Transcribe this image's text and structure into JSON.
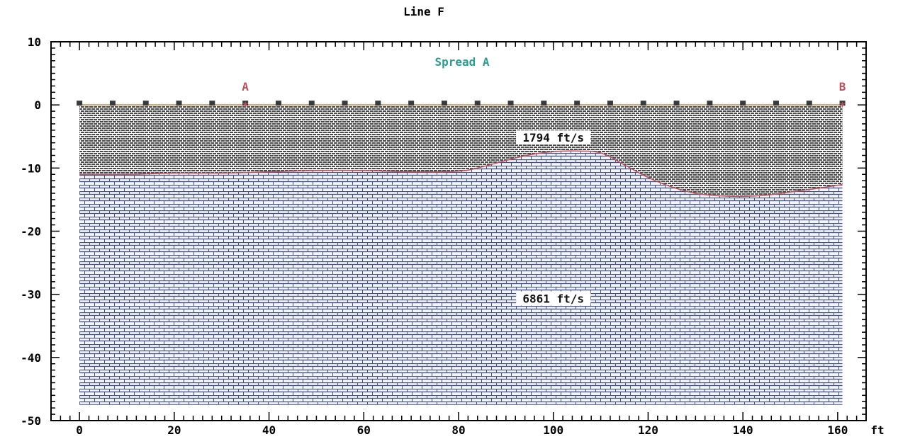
{
  "chart_data": {
    "type": "area",
    "title": "Line F",
    "subtitle": "Spread A",
    "x_unit_label": "ft",
    "xlim": [
      -6,
      166
    ],
    "ylim": [
      -50,
      10
    ],
    "x_ticks": [
      "0",
      "20",
      "40",
      "60",
      "80",
      "100",
      "120",
      "140",
      "160"
    ],
    "y_ticks": [
      "10",
      "0",
      "-10",
      "-20",
      "-30",
      "-40",
      "-50"
    ],
    "layers": [
      {
        "velocity_label": "1794 ft/s",
        "label_position": [
          100,
          -5.5
        ],
        "fill": "#5a5a5a"
      },
      {
        "velocity_label": "6861 ft/s",
        "label_position": [
          100,
          -31
        ],
        "fill": "#4a5c8a"
      }
    ],
    "interface": {
      "x": [
        0,
        10,
        20,
        30,
        40,
        50,
        60,
        70,
        80,
        85,
        90,
        95,
        100,
        105,
        110,
        115,
        120,
        125,
        130,
        135,
        140,
        145,
        150,
        155,
        161
      ],
      "y": [
        -11,
        -11,
        -10.8,
        -10.8,
        -10.6,
        -10.4,
        -10.4,
        -10.6,
        -10.5,
        -9.8,
        -8.8,
        -7.9,
        -7.4,
        -7.3,
        -7.6,
        -9.5,
        -11.5,
        -13.0,
        -14.0,
        -14.4,
        -14.5,
        -14.3,
        -13.8,
        -13.3,
        -12.6
      ]
    },
    "surface_line": {
      "x": [
        0,
        161
      ],
      "y": [
        0,
        0
      ]
    },
    "geophones_x": [
      0,
      7,
      14,
      21,
      28,
      35,
      42,
      49,
      56,
      63,
      70,
      77,
      84,
      91,
      98,
      105,
      112,
      119,
      126,
      133,
      140,
      147,
      154,
      161
    ],
    "shots": [
      {
        "label": "A",
        "x": 35,
        "y": 0
      },
      {
        "label": "B",
        "x": 161,
        "y": 0
      }
    ],
    "colors": {
      "title": "#000000",
      "subtitle": "#2a9d8f",
      "shot": "#c0505a",
      "interface": "#c0505a",
      "geophone": "#3a3a3a"
    }
  }
}
